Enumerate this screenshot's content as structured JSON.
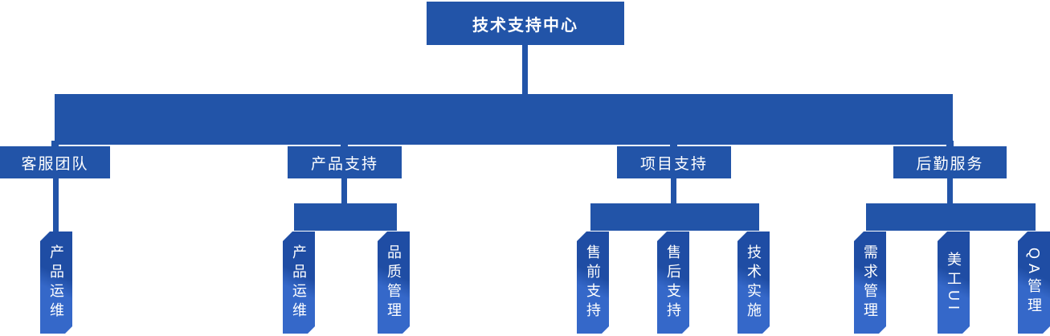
{
  "colors": {
    "primary": "#2254a8",
    "node_dark": "#1f4da4",
    "node_light": "#3568c9",
    "text": "#ffffff",
    "background": "#ffffff"
  },
  "org_chart": {
    "root": {
      "label": "技术支持中心"
    },
    "groups": [
      {
        "label": "客服团队",
        "children": [
          {
            "label": "产品运维"
          }
        ]
      },
      {
        "label": "产品支持",
        "children": [
          {
            "label": "产品运维"
          },
          {
            "label": "品质管理"
          }
        ]
      },
      {
        "label": "项目支持",
        "children": [
          {
            "label": "售前支持"
          },
          {
            "label": "售后支持"
          },
          {
            "label": "技术实施"
          }
        ]
      },
      {
        "label": "后勤服务",
        "children": [
          {
            "label": "需求管理"
          },
          {
            "label": "美工UI"
          },
          {
            "label": "QA管理"
          }
        ]
      }
    ]
  }
}
